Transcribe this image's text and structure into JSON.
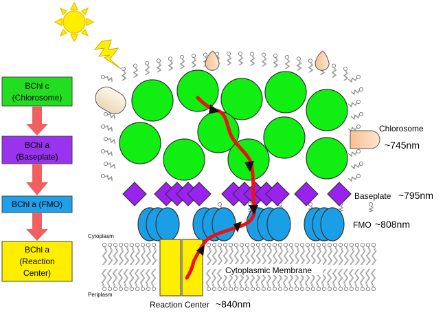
{
  "flowchart": {
    "steps": [
      {
        "line1": "BChl c",
        "line2": "(Chlorosome)",
        "color": "#22dd22"
      },
      {
        "line1": "BChl a",
        "line2": "(Baseplate)",
        "color": "#9933ee"
      },
      {
        "line1": "BChl a (FMO)",
        "line2": "",
        "color": "#1fa0e8"
      },
      {
        "line1": "BChl a",
        "line2": "(Reaction",
        "line3": "Center)",
        "color": "#ffee00"
      }
    ],
    "arrow_color": "#f06060"
  },
  "labels": {
    "chlorosome": "Chlorosome",
    "chlorosome_wavelength": "~745nm",
    "baseplate": "Baseplate",
    "baseplate_wavelength": "~795nm",
    "fmo": "FMO",
    "fmo_wavelength": "~808nm",
    "cytoplasm": "Cytoplasm",
    "periplasm": "Periplasm",
    "membrane": "Cytoplasmic Membrane",
    "reaction_center": "Reaction Center",
    "reaction_center_wavelength": "~840nm"
  },
  "colors": {
    "chlorosome_green": "#11ee11",
    "baseplate_purple": "#9922ee",
    "fmo_blue": "#1a9ee6",
    "reaction_center_yellow": "#ffee00",
    "energy_path_red": "#ee1111",
    "sun_yellow": "#ffee00",
    "lightning_yellow": "#ffee00"
  },
  "icons": [
    "sun-icon",
    "lightning-icon",
    "capsule-icon",
    "teardrop-icon"
  ]
}
